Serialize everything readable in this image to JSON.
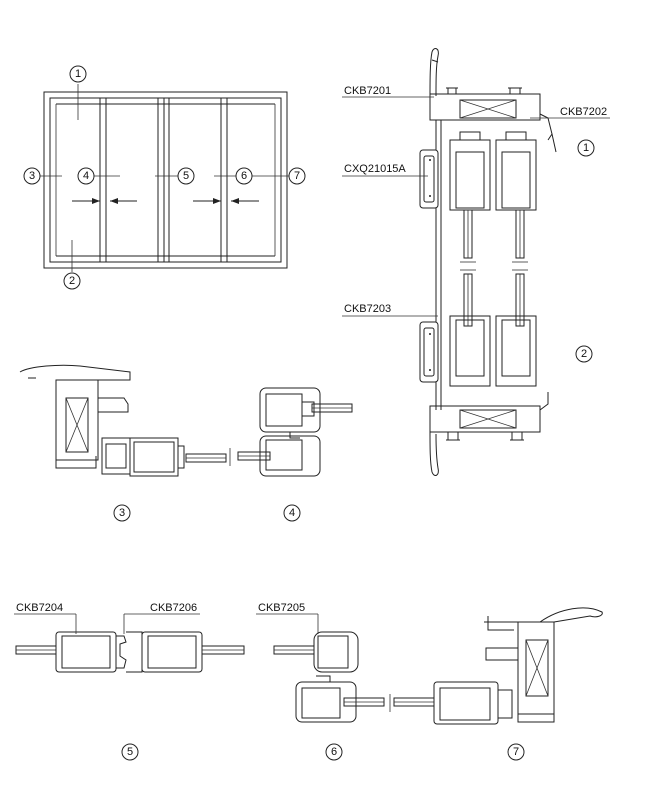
{
  "elevation_markers": [
    "1",
    "2",
    "3",
    "4",
    "5",
    "6",
    "7"
  ],
  "part_labels": {
    "ckb7201": "CKB7201",
    "ckb7202": "CKB7202",
    "cxq21015a": "CXQ21015A",
    "ckb7203": "CKB7203",
    "ckb7204": "CKB7204",
    "ckb7206": "CKB7206",
    "ckb7205": "CKB7205"
  },
  "section_markers": {
    "vertical_top": "1",
    "vertical_bottom": "2",
    "s3": "3",
    "s4": "4",
    "s5": "5",
    "s6": "6",
    "s7": "7"
  }
}
